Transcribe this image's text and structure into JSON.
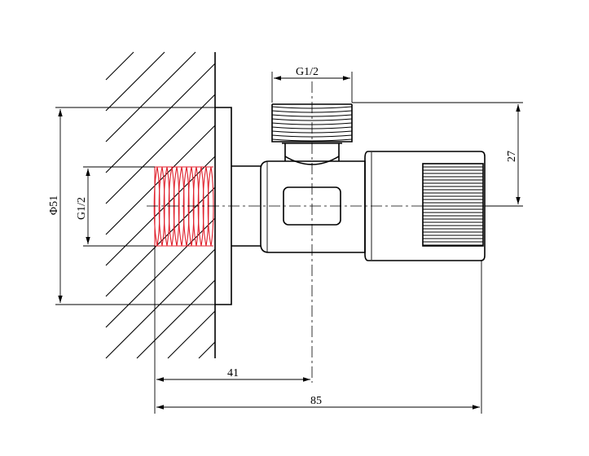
{
  "dimensions": {
    "top_thread": "G1/2",
    "wall_thread": "G1/2",
    "flange_diameter": "Φ51",
    "handle_height": "27",
    "axis_distance": "41",
    "overall_length": "85"
  },
  "colors": {
    "line": "#000000",
    "thread_highlight": "#e0202c",
    "background": "#ffffff"
  }
}
